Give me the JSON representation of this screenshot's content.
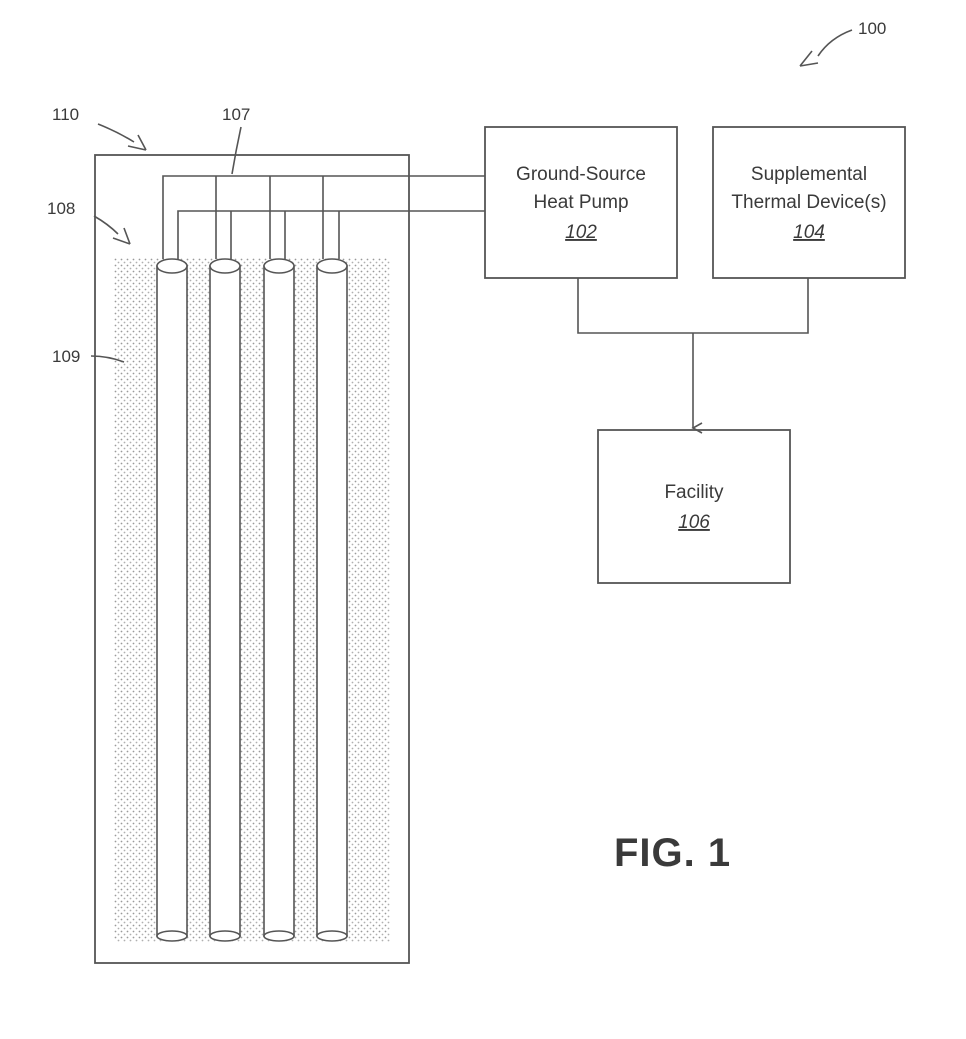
{
  "figure_label": "FIG. 1",
  "refs": {
    "system": "100",
    "ground_region": "110",
    "pipes": "107",
    "wells": "108",
    "fill": "109"
  },
  "boxes": {
    "heat_pump": {
      "line1": "Ground-Source",
      "line2": "Heat Pump",
      "num": "102"
    },
    "supplemental": {
      "line1": "Supplemental",
      "line2": "Thermal Device(s)",
      "num": "104"
    },
    "facility": {
      "line1": "Facility",
      "num": "106"
    }
  }
}
